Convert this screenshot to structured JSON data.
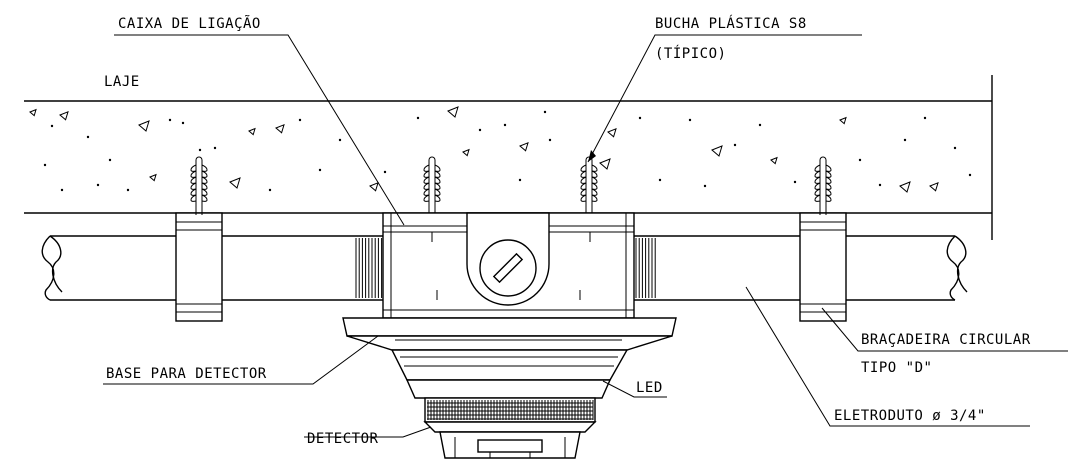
{
  "labels": {
    "caixa": "CAIXA DE LIGAÇÃO",
    "bucha_line1": "BUCHA PLÁSTICA S8",
    "bucha_line2": "(TÍPICO)",
    "laje": "LAJE",
    "bracadeira_line1": "BRAÇADEIRA CIRCULAR",
    "bracadeira_line2": "TIPO \"D\"",
    "base": "BASE PARA DETECTOR",
    "led": "LED",
    "eletroduto": "ELETRODUTO ø 3/4\"",
    "detector": "DETECTOR"
  },
  "icons": {
    "anchor": "wall-anchor-icon",
    "cap": "screw-cap-icon"
  },
  "colors": {
    "ink": "#000000",
    "paper": "#ffffff"
  }
}
